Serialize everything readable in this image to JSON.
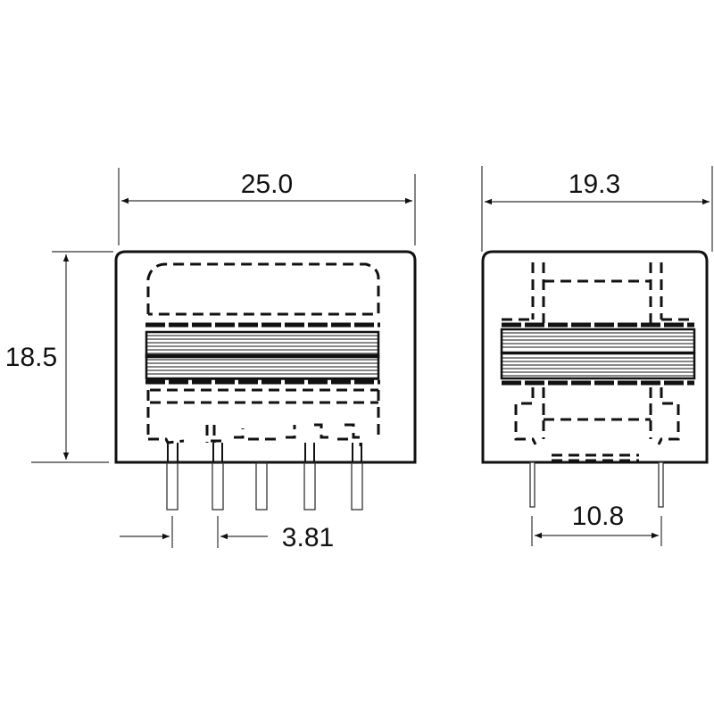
{
  "diagram": {
    "type": "technical-drawing",
    "subject": "PCB-mount transformer outline",
    "colors": {
      "line": "#111111",
      "background": "#ffffff"
    },
    "front_view": {
      "width_label": "25.0",
      "height_label": "18.5",
      "pin_pitch_label": "3.81",
      "pin_count": 5
    },
    "side_view": {
      "width_label": "19.3",
      "pin_spacing_label": "10.8",
      "pin_count": 2
    }
  }
}
